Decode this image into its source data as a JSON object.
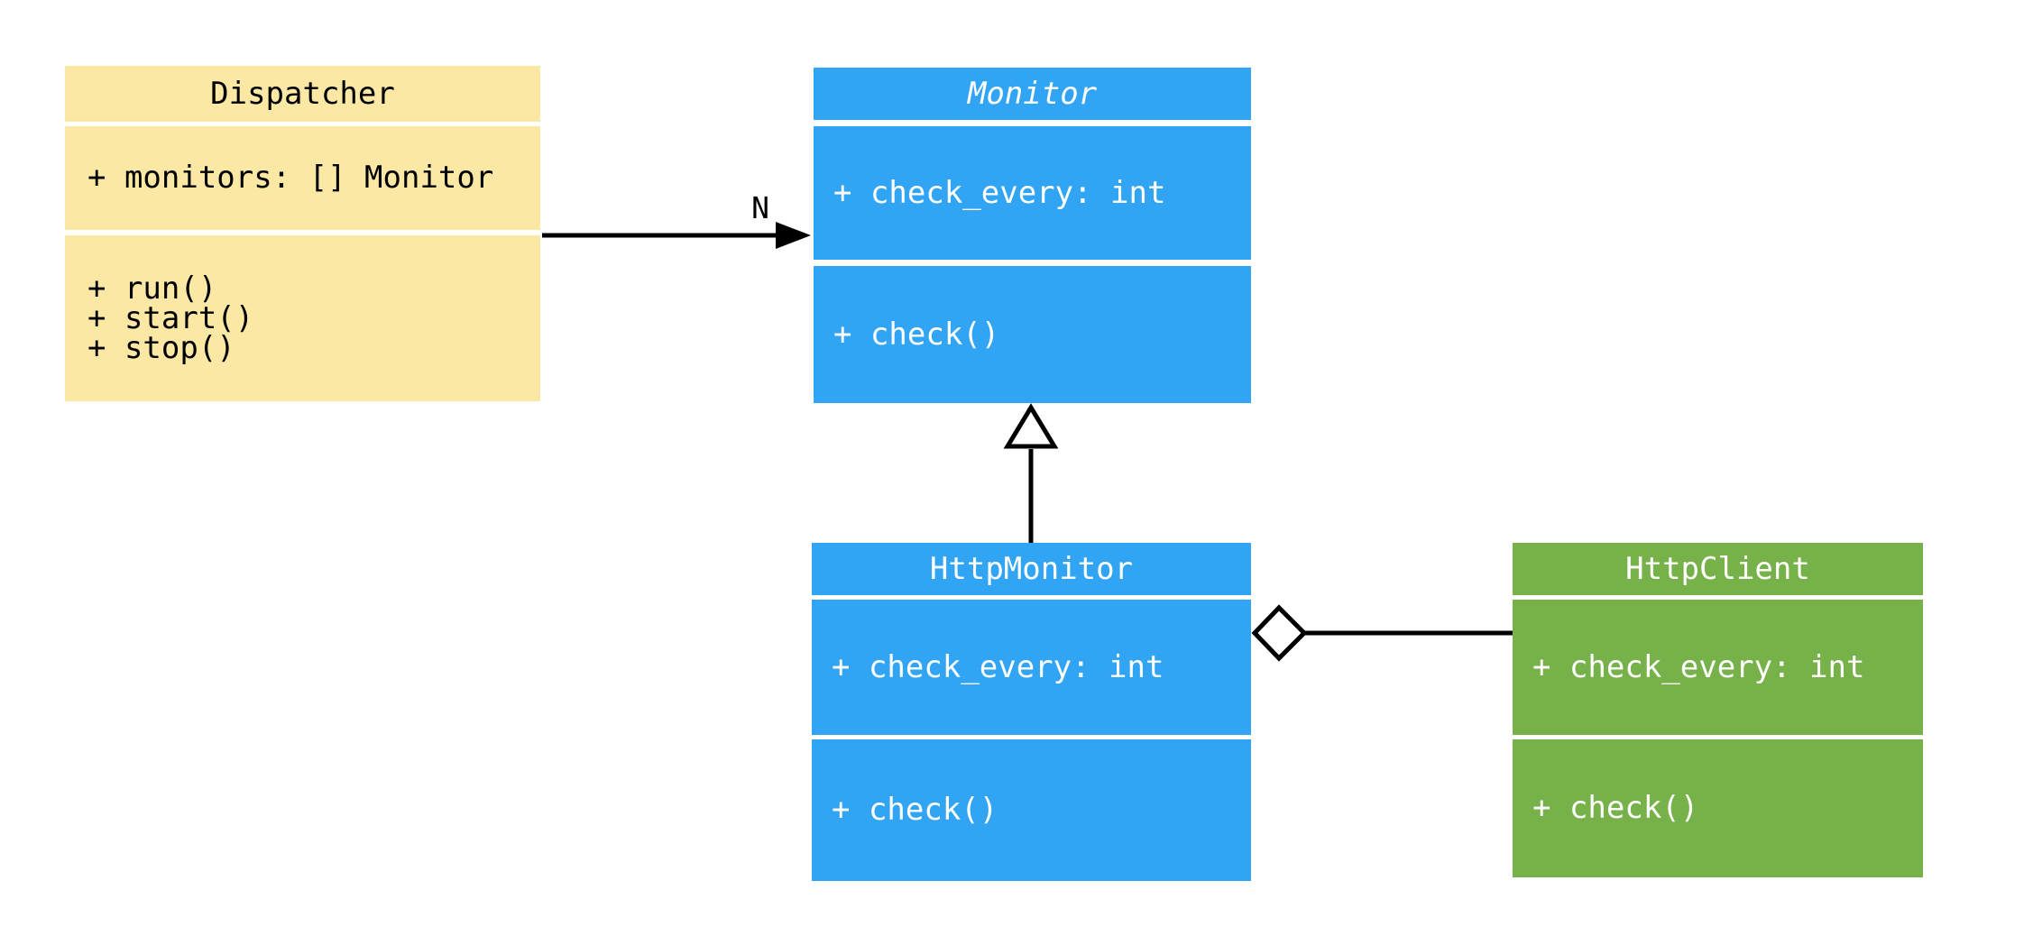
{
  "diagram": {
    "type": "uml-class-diagram",
    "background": "#ffffff",
    "line_color": "#000000",
    "classes": [
      {
        "name": "Dispatcher",
        "fill": "#fbe8a5",
        "text_color": "#000000",
        "abstract": false,
        "title_style": "normal",
        "attributes": [
          "+ monitors: [] Monitor"
        ],
        "methods": [
          "+ run()",
          "+ start()",
          "+ stop()"
        ]
      },
      {
        "name": "Monitor",
        "fill": "#31a5f3",
        "text_color": "#ffffff",
        "abstract": true,
        "title_style": "italic",
        "attributes": [
          "+ check_every: int"
        ],
        "methods": [
          "+ check()"
        ]
      },
      {
        "name": "HttpMonitor",
        "fill": "#31a5f3",
        "text_color": "#ffffff",
        "abstract": false,
        "title_style": "normal",
        "attributes": [
          "+ check_every: int"
        ],
        "methods": [
          "+ check()"
        ]
      },
      {
        "name": "HttpClient",
        "fill": "#77b14a",
        "text_color": "#ffffff",
        "abstract": false,
        "title_style": "normal",
        "attributes": [
          "+ check_every: int"
        ],
        "methods": [
          "+ check()"
        ]
      }
    ],
    "relationships": [
      {
        "from": "Dispatcher",
        "to": "Monitor",
        "type": "association",
        "arrow": "filled-arrowhead",
        "label": "N"
      },
      {
        "from": "HttpMonitor",
        "to": "Monitor",
        "type": "inheritance",
        "arrow": "hollow-triangle",
        "label": ""
      },
      {
        "from": "HttpMonitor",
        "to": "HttpClient",
        "type": "aggregation",
        "arrow": "hollow-diamond",
        "label": ""
      }
    ]
  }
}
